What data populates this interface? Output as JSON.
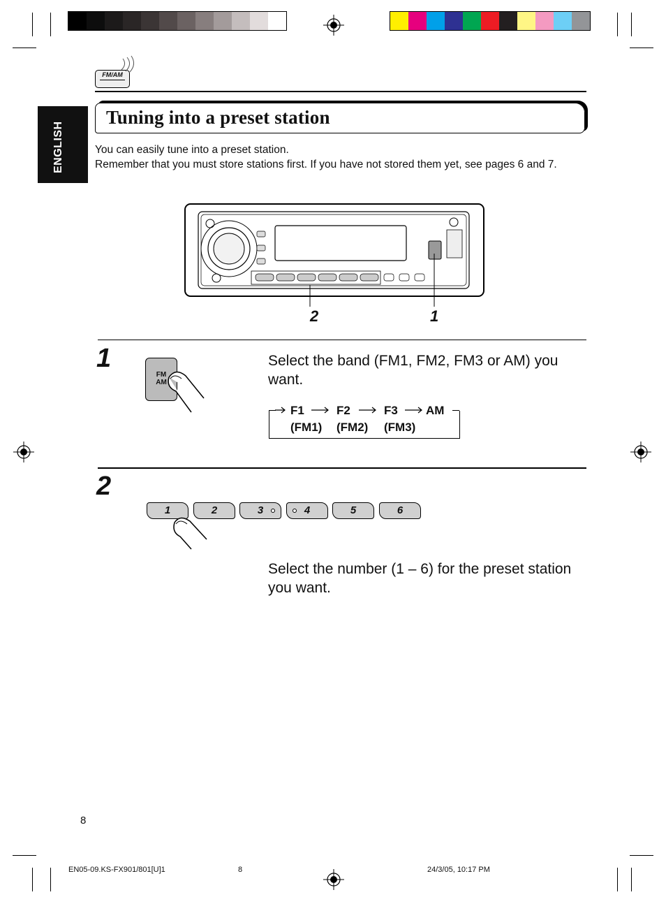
{
  "header": {
    "title": "Tuning into a preset station",
    "language_tab": "ENGLISH",
    "band_icon_label": "FM/AM"
  },
  "intro": {
    "line1": "You can easily tune into a preset station.",
    "line2": "Remember that you must store stations first. If you have not stored them yet, see pages 6 and 7."
  },
  "figure": {
    "callout_left": "2",
    "callout_right": "1"
  },
  "step1": {
    "number": "1",
    "button_label_top": "FM",
    "button_label_bottom": "AM",
    "instruction": "Select the band (FM1, FM2, FM3 or AM) you want.",
    "sequence": [
      {
        "code": "F1",
        "name": "(FM1)"
      },
      {
        "code": "F2",
        "name": "(FM2)"
      },
      {
        "code": "F3",
        "name": "(FM3)"
      },
      {
        "code": "AM",
        "name": ""
      }
    ]
  },
  "step2": {
    "number": "2",
    "buttons": [
      "1",
      "2",
      "3",
      "4",
      "5",
      "6"
    ],
    "instruction": "Select the number (1 – 6) for the preset station you want."
  },
  "page_number": "8",
  "footer": {
    "left": "EN05-09.KS-FX901/801[U]1",
    "center": "8",
    "right": "24/3/05, 10:17 PM"
  },
  "colors": {
    "gray_scale": [
      "#000000",
      "#0d0d0d",
      "#1c1a1a",
      "#2a2626",
      "#3b3535",
      "#524a4a",
      "#6b6262",
      "#877e7e",
      "#a39b9b",
      "#c4bdbd",
      "#e2dcdc",
      "#ffffff"
    ],
    "color_bar": [
      "#ffef00",
      "#e6007e",
      "#00a0e9",
      "#2e3192",
      "#00a651",
      "#ed1c24",
      "#231f20",
      "#fff685",
      "#f49ac1",
      "#6dcff6",
      "#939598"
    ]
  }
}
